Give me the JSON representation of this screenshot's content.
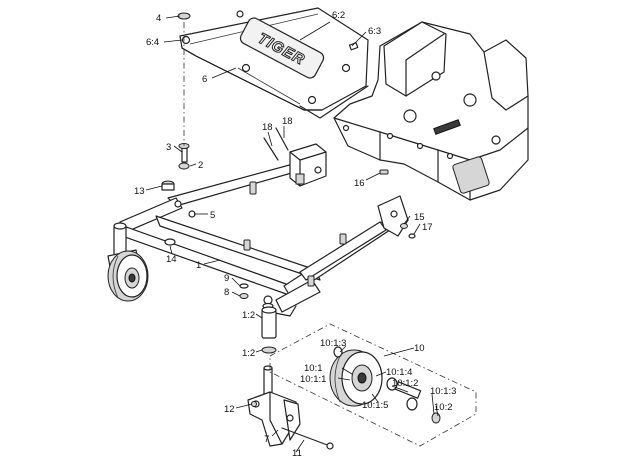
{
  "diagram": {
    "logo_text": "TIGER",
    "callouts": [
      {
        "id": "c-4",
        "text": "4"
      },
      {
        "id": "c-6-2",
        "text": "6:2"
      },
      {
        "id": "c-6-3",
        "text": "6:3"
      },
      {
        "id": "c-6-4",
        "text": "6:4"
      },
      {
        "id": "c-6",
        "text": "6"
      },
      {
        "id": "c-18a",
        "text": "18"
      },
      {
        "id": "c-18b",
        "text": "18"
      },
      {
        "id": "c-3",
        "text": "3"
      },
      {
        "id": "c-2",
        "text": "2"
      },
      {
        "id": "c-13",
        "text": "13"
      },
      {
        "id": "c-16",
        "text": "16"
      },
      {
        "id": "c-5",
        "text": "5"
      },
      {
        "id": "c-15",
        "text": "15"
      },
      {
        "id": "c-17",
        "text": "17"
      },
      {
        "id": "c-14",
        "text": "14"
      },
      {
        "id": "c-1",
        "text": "1"
      },
      {
        "id": "c-9",
        "text": "9"
      },
      {
        "id": "c-8",
        "text": "8"
      },
      {
        "id": "c-1-2a",
        "text": "1:2"
      },
      {
        "id": "c-1-2b",
        "text": "1:2"
      },
      {
        "id": "c-10",
        "text": "10"
      },
      {
        "id": "c-10-1-3a",
        "text": "10:1:3"
      },
      {
        "id": "c-10-1",
        "text": "10:1"
      },
      {
        "id": "c-10-1-1",
        "text": "10:1:1"
      },
      {
        "id": "c-10-1-4",
        "text": "10:1:4"
      },
      {
        "id": "c-10-1-2",
        "text": "10:1:2"
      },
      {
        "id": "c-10-1-3b",
        "text": "10:1:3"
      },
      {
        "id": "c-10-1-5",
        "text": "10:1:5"
      },
      {
        "id": "c-10-2",
        "text": "10:2"
      },
      {
        "id": "c-12",
        "text": "12"
      },
      {
        "id": "c-7",
        "text": "7"
      },
      {
        "id": "c-11",
        "text": "11"
      }
    ]
  }
}
